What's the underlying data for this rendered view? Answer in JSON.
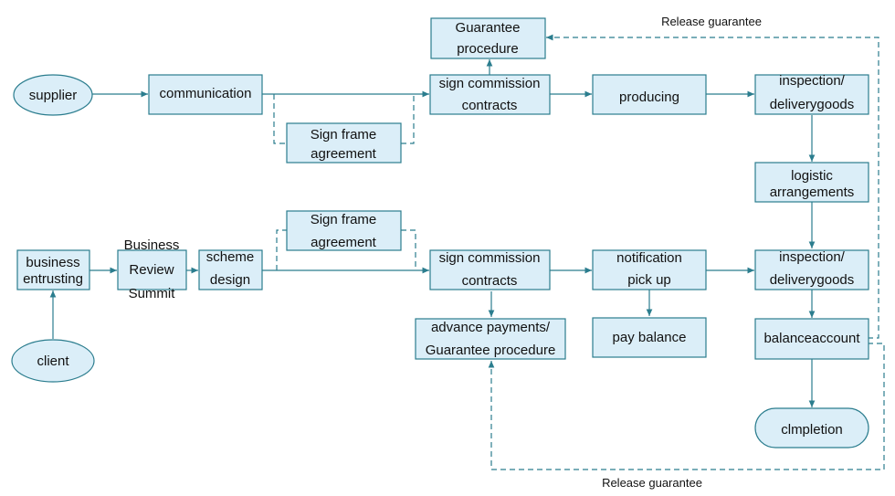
{
  "nodes": {
    "supplier": "supplier",
    "communication": "communication",
    "sign_frame_top": [
      "Sign frame",
      "agreement"
    ],
    "guarantee_procedure": [
      "Guarantee",
      "procedure"
    ],
    "sign_commission_top": [
      "sign commission",
      "contracts"
    ],
    "producing": "producing",
    "inspection_top": [
      "inspection/",
      "deliverygoods"
    ],
    "logistic": [
      "logistic",
      "arrangements"
    ],
    "business_entrusting": [
      "business",
      "entrusting"
    ],
    "client": "client",
    "business_review": [
      "Business",
      "Review",
      "Summit"
    ],
    "scheme_design": [
      "scheme",
      "design"
    ],
    "sign_frame_bottom": [
      "Sign frame",
      "agreement"
    ],
    "sign_commission_bottom": [
      "sign commission",
      "contracts"
    ],
    "advance_payments": [
      "advance payments/",
      "Guarantee procedure"
    ],
    "notification": [
      "notification",
      "pick up"
    ],
    "pay_balance": "pay balance",
    "inspection_bottom": [
      "inspection/",
      "deliverygoods"
    ],
    "balance_account": "balanceaccount",
    "completion": "clmpletion"
  },
  "edge_labels": {
    "release_top": "Release guarantee",
    "release_bottom": "Release guarantee"
  },
  "colors": {
    "box_fill": "#dbeef8",
    "line": "#2b7d8e"
  }
}
